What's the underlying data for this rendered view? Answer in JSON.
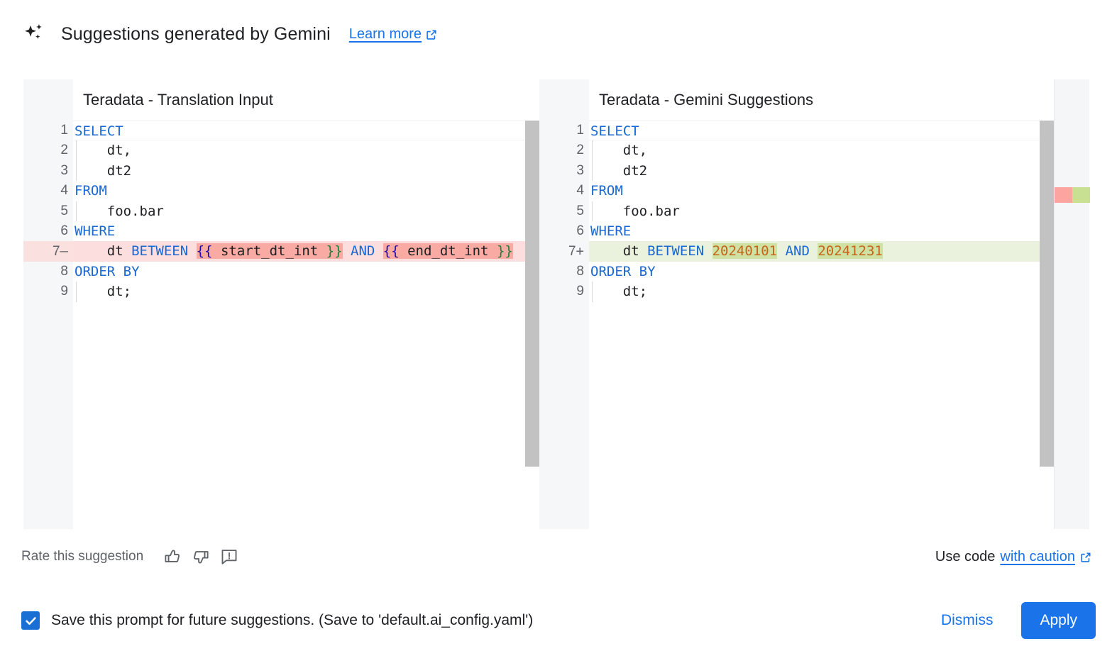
{
  "header": {
    "icon": "sparkle-icon",
    "title": "Suggestions generated by Gemini",
    "learn_more": "Learn more",
    "learn_more_icon": "external-link-icon"
  },
  "accent_colors": {
    "link": "#1a73e8",
    "primary_button": "#1a73e8",
    "diff_delete_bg": "#fddede",
    "diff_delete_chunk": "#f9aaa3",
    "diff_add_bg": "#eaf1dc",
    "diff_add_chunk": "#cfe2a3",
    "keyword": "#1967d2",
    "number": "#c5641a"
  },
  "panels": {
    "left": {
      "title": "Teradata - Translation Input",
      "lines": [
        {
          "n": "1",
          "sign": "",
          "type": "normal",
          "indent": false,
          "tokens": [
            {
              "t": "SELECT",
              "c": "kw"
            }
          ]
        },
        {
          "n": "2",
          "sign": "",
          "type": "normal",
          "indent": true,
          "tokens": [
            {
              "t": "    dt,",
              "c": "plain"
            }
          ]
        },
        {
          "n": "3",
          "sign": "",
          "type": "normal",
          "indent": true,
          "tokens": [
            {
              "t": "    dt2",
              "c": "plain"
            }
          ]
        },
        {
          "n": "4",
          "sign": "",
          "type": "normal",
          "indent": false,
          "tokens": [
            {
              "t": "FROM",
              "c": "kw"
            }
          ]
        },
        {
          "n": "5",
          "sign": "",
          "type": "normal",
          "indent": true,
          "tokens": [
            {
              "t": "    foo.bar",
              "c": "plain"
            }
          ]
        },
        {
          "n": "6",
          "sign": "",
          "type": "normal",
          "indent": false,
          "tokens": [
            {
              "t": "WHERE",
              "c": "kw"
            }
          ]
        },
        {
          "n": "7",
          "sign": "—",
          "type": "delete",
          "indent": false,
          "tokens": [
            {
              "t": "    dt ",
              "c": "plain"
            },
            {
              "t": "BETWEEN",
              "c": "kw"
            },
            {
              "t": " ",
              "c": "plain"
            },
            {
              "t": "{{",
              "c": "brace-b",
              "chunk": "del"
            },
            {
              "t": " start_dt_int ",
              "c": "plain",
              "chunk": "del"
            },
            {
              "t": "}}",
              "c": "brace-g",
              "chunk": "del"
            },
            {
              "t": " ",
              "c": "plain"
            },
            {
              "t": "AND",
              "c": "kw"
            },
            {
              "t": " ",
              "c": "plain"
            },
            {
              "t": "{{",
              "c": "brace-b",
              "chunk": "del"
            },
            {
              "t": " end_dt_int ",
              "c": "plain",
              "chunk": "del"
            },
            {
              "t": "}}",
              "c": "brace-g",
              "chunk": "del"
            }
          ]
        },
        {
          "n": "8",
          "sign": "",
          "type": "normal",
          "indent": false,
          "tokens": [
            {
              "t": "ORDER BY",
              "c": "kw"
            }
          ]
        },
        {
          "n": "9",
          "sign": "",
          "type": "normal",
          "indent": true,
          "tokens": [
            {
              "t": "    dt;",
              "c": "plain"
            }
          ]
        }
      ]
    },
    "right": {
      "title": "Teradata - Gemini Suggestions",
      "lines": [
        {
          "n": "1",
          "sign": "",
          "type": "normal",
          "indent": false,
          "tokens": [
            {
              "t": "SELECT",
              "c": "kw"
            }
          ]
        },
        {
          "n": "2",
          "sign": "",
          "type": "normal",
          "indent": true,
          "tokens": [
            {
              "t": "    dt,",
              "c": "plain"
            }
          ]
        },
        {
          "n": "3",
          "sign": "",
          "type": "normal",
          "indent": true,
          "tokens": [
            {
              "t": "    dt2",
              "c": "plain"
            }
          ]
        },
        {
          "n": "4",
          "sign": "",
          "type": "normal",
          "indent": false,
          "tokens": [
            {
              "t": "FROM",
              "c": "kw"
            }
          ]
        },
        {
          "n": "5",
          "sign": "",
          "type": "normal",
          "indent": true,
          "tokens": [
            {
              "t": "    foo.bar",
              "c": "plain"
            }
          ]
        },
        {
          "n": "6",
          "sign": "",
          "type": "normal",
          "indent": false,
          "tokens": [
            {
              "t": "WHERE",
              "c": "kw"
            }
          ]
        },
        {
          "n": "7",
          "sign": "+",
          "type": "add",
          "indent": false,
          "tokens": [
            {
              "t": "    dt ",
              "c": "plain"
            },
            {
              "t": "BETWEEN",
              "c": "kw"
            },
            {
              "t": " ",
              "c": "plain"
            },
            {
              "t": "20240101",
              "c": "num",
              "chunk": "add"
            },
            {
              "t": " ",
              "c": "plain"
            },
            {
              "t": "AND",
              "c": "kw"
            },
            {
              "t": " ",
              "c": "plain"
            },
            {
              "t": "20241231",
              "c": "num",
              "chunk": "add"
            }
          ]
        },
        {
          "n": "8",
          "sign": "",
          "type": "normal",
          "indent": false,
          "tokens": [
            {
              "t": "ORDER BY",
              "c": "kw"
            }
          ]
        },
        {
          "n": "9",
          "sign": "",
          "type": "normal",
          "indent": true,
          "tokens": [
            {
              "t": "    dt;",
              "c": "plain"
            }
          ]
        }
      ]
    }
  },
  "rate_bar": {
    "label": "Rate this suggestion",
    "icons": [
      "thumb-up-icon",
      "thumb-down-icon",
      "report-icon"
    ],
    "use_code_prefix": "Use code",
    "caution_link": "with caution",
    "caution_icon": "external-link-icon"
  },
  "footer": {
    "checkbox_checked": true,
    "save_label": "Save this prompt for future suggestions. (Save to 'default.ai_config.yaml')",
    "dismiss_label": "Dismiss",
    "apply_label": "Apply"
  }
}
